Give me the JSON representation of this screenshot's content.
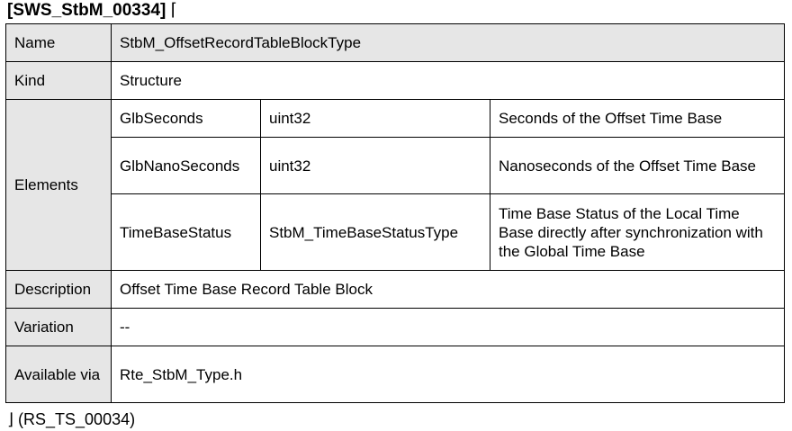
{
  "requirement_id": "[SWS_StbM_00334]",
  "open_bracket": "⌈",
  "rows": {
    "name": {
      "label": "Name",
      "value": "StbM_OffsetRecordTableBlockType"
    },
    "kind": {
      "label": "Kind",
      "value": "Structure"
    },
    "elements": {
      "label": "Elements",
      "items": [
        {
          "name": "GlbSeconds",
          "type": "uint32",
          "description": "Seconds of the Offset Time Base"
        },
        {
          "name": "GlbNanoSeconds",
          "type": "uint32",
          "description": "Nanoseconds of the Offset Time Base"
        },
        {
          "name": "TimeBaseStatus",
          "type": "StbM_TimeBaseStatusType",
          "description": "Time Base Status of the Local Time Base directly after synchronization with the Global Time Base"
        }
      ]
    },
    "description": {
      "label": "Description",
      "value": "Offset Time Base Record Table Block"
    },
    "variation": {
      "label": "Variation",
      "value": "--"
    },
    "available_via": {
      "label": "Available via",
      "value": "Rte_StbM_Type.h"
    }
  },
  "trace": "⌋ (RS_TS_00034)"
}
